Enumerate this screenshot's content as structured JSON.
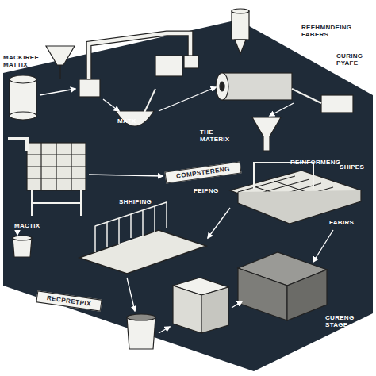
{
  "diagram": {
    "nodes": [
      {
        "text": [
          "COMPSTERENG"
        ]
      },
      {
        "text": [
          "RECPRETPIX"
        ]
      }
    ],
    "labels": [
      "MACKIREE MATTIX",
      "REEHMNDEING FABERS",
      "CURING PYAFE",
      "MATX",
      "THE MATERIX",
      "REINFORMENG",
      "SHIPES",
      "FEIPNG",
      "SHHIPING",
      "MACTIX",
      "FABIRS",
      "CURENG STAGE"
    ]
  }
}
